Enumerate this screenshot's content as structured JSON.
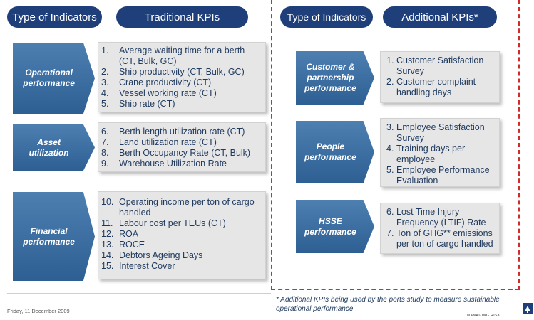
{
  "left": {
    "header_type": "Type of Indicators",
    "header_kpi": "Traditional KPIs",
    "groups": [
      {
        "label": "Operational\nperformance",
        "items": [
          {
            "n": "1.",
            "text": "Average waiting time for a berth\n(CT, Bulk, GC)"
          },
          {
            "n": "2.",
            "text": "Ship productivity (CT, Bulk, GC)"
          },
          {
            "n": "3.",
            "text": "Crane productivity (CT)"
          },
          {
            "n": "4.",
            "text": "Vessel working rate (CT)"
          },
          {
            "n": "5.",
            "text": "Ship rate (CT)"
          }
        ]
      },
      {
        "label": "Asset\nutilization",
        "items": [
          {
            "n": "6.",
            "text": "Berth length utilization rate (CT)"
          },
          {
            "n": "7.",
            "text": "Land utilization rate (CT)"
          },
          {
            "n": "8.",
            "text": "Berth Occupancy Rate (CT, Bulk)"
          },
          {
            "n": "9.",
            "text": "Warehouse Utilization Rate"
          }
        ]
      },
      {
        "label": "Financial\nperformance",
        "items": [
          {
            "n": "10.",
            "text": "Operating income per ton of cargo\nhandled"
          },
          {
            "n": "11.",
            "text": "Labour cost per TEUs (CT)"
          },
          {
            "n": "12.",
            "text": "ROA"
          },
          {
            "n": "13.",
            "text": "ROCE"
          },
          {
            "n": "14.",
            "text": "Debtors Ageing Days"
          },
          {
            "n": "15.",
            "text": "Interest Cover"
          }
        ]
      }
    ]
  },
  "right": {
    "header_type": "Type of Indicators",
    "header_kpi": "Additional KPIs*",
    "groups": [
      {
        "label": "Customer &\npartnership\nperformance",
        "items": [
          {
            "n": "1.",
            "text": "Customer Satisfaction\nSurvey"
          },
          {
            "n": "2.",
            "text": "Customer complaint\nhandling days"
          }
        ]
      },
      {
        "label": "People\nperformance",
        "items": [
          {
            "n": "3.",
            "text": "Employee Satisfaction\nSurvey"
          },
          {
            "n": "4.",
            "text": "Training days per\nemployee"
          },
          {
            "n": "5.",
            "text": "Employee Performance\nEvaluation"
          }
        ]
      },
      {
        "label": "HSSE\nperformance",
        "items": [
          {
            "n": "6.",
            "text": "Lost Time Injury\nFrequency (LTIF) Rate"
          },
          {
            "n": "7.",
            "text": "Ton of GHG** emissions\nper ton of cargo handled"
          }
        ]
      }
    ]
  },
  "footnote": "* Additional KPIs being used by the ports study to measure sustainable operational performance",
  "date": "Friday, 11 December 2009",
  "logo_text": "MANAGING RISK",
  "colors": {
    "navy": "#1f3f7a",
    "chevron": "#3c6ea3",
    "dashed_border": "#d42a2a",
    "box": "#e6e6e6"
  }
}
